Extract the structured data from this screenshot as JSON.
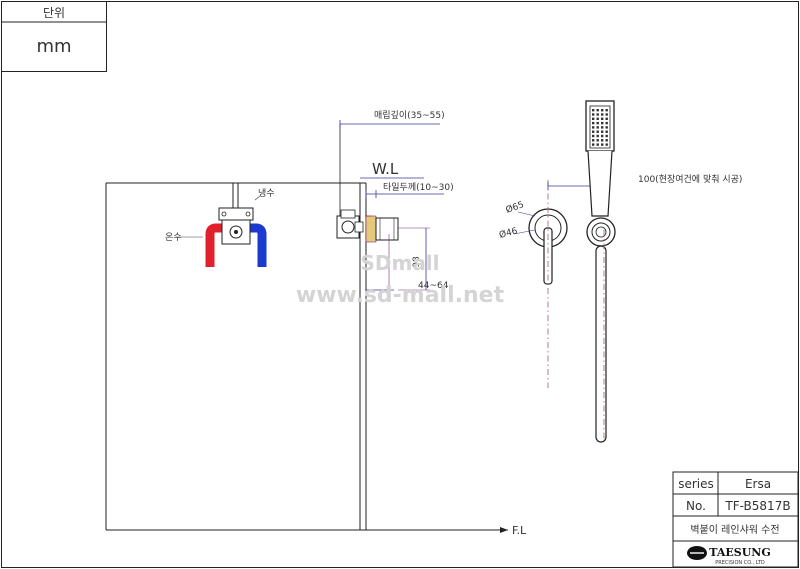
{
  "unit_box": {
    "header": "단위",
    "value": "mm"
  },
  "labels": {
    "wl": "W.L",
    "fl": "F.L",
    "hot": "온수",
    "cold": "냉수",
    "embed_depth": "매립깊이(35~55)",
    "tile_thickness": "타일두께(10~30)",
    "dim_98": "98",
    "dim_44_64": "44~64",
    "dia_65": "Ø65",
    "dia_46": "Ø46",
    "dim_100": "100(현장여건에 맞춰 시공)"
  },
  "watermark": {
    "line1": "SDmall",
    "line2": "www.sd-mall.net"
  },
  "title_block": {
    "series_label": "series",
    "series_value": "Ersa",
    "no_label": "No.",
    "no_value": "TF-B5817B",
    "description": "벽붙이 레인샤워 수전",
    "brand": "TAESUNG",
    "brand_sub": "PRECISION CO., LTD"
  },
  "colors": {
    "hot": "#e0202a",
    "cold": "#1a3ad0",
    "dimension": "#3a3a9a"
  }
}
